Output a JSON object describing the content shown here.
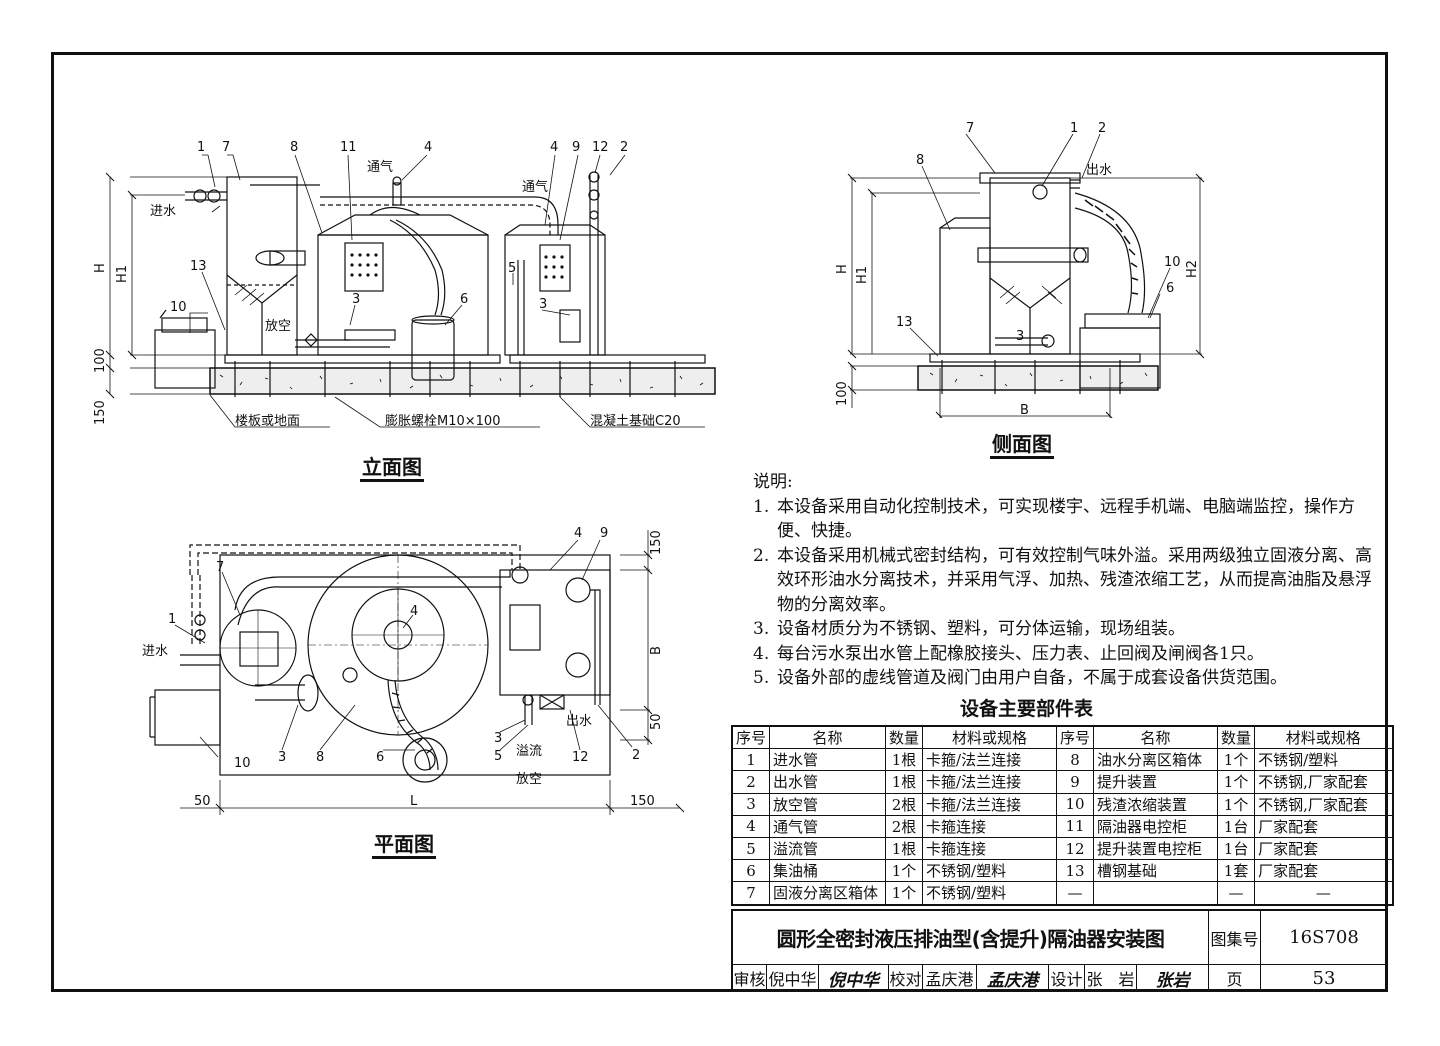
{
  "elevation": {
    "title": "立面图",
    "callouts": [
      "1",
      "7",
      "8",
      "11",
      "4",
      "4",
      "9",
      "12",
      "2",
      "13",
      "10",
      "5",
      "3",
      "3",
      "6"
    ],
    "labels": {
      "inlet": "进水",
      "vent_top": "通气",
      "vent_right": "通气",
      "drain": "放空",
      "dim_h": "H",
      "dim_h1": "H1",
      "dim_100": "100",
      "dim_150": "150",
      "floor": "楼板或地面",
      "bolt": "膨胀螺栓M10×100",
      "foundation": "混凝土基础C20"
    }
  },
  "side": {
    "title": "侧面图",
    "callouts": [
      "7",
      "1",
      "2",
      "8",
      "10",
      "6",
      "13",
      "3"
    ],
    "labels": {
      "outlet": "出水",
      "dim_h": "H",
      "dim_h1": "H1",
      "dim_h2": "H2",
      "dim_100": "100",
      "dim_b": "B"
    }
  },
  "plan": {
    "title": "平面图",
    "callouts": [
      "4",
      "9",
      "7",
      "1",
      "4",
      "3",
      "8",
      "6",
      "3",
      "5",
      "12",
      "2",
      "10"
    ],
    "labels": {
      "inlet": "进水",
      "outlet": "出水",
      "overflow": "溢流",
      "drain": "放空",
      "dim_150_top": "150",
      "dim_b": "B",
      "dim_50_right": "50",
      "dim_50_left": "50",
      "dim_l": "L",
      "dim_150_right": "150"
    }
  },
  "notes": {
    "heading": "说明:",
    "items": [
      {
        "n": "1.",
        "text": "本设备采用自动化控制技术，可实现楼宇、远程手机端、电脑端监控，操作方便、快捷。"
      },
      {
        "n": "2.",
        "text": "本设备采用机械式密封结构，可有效控制气味外溢。采用两级独立固液分离、高效环形油水分离技术，并采用气浮、加热、残渣浓缩工艺，从而提高油脂及悬浮物的分离效率。"
      },
      {
        "n": "3.",
        "text": "设备材质分为不锈钢、塑料，可分体运输，现场组装。"
      },
      {
        "n": "4.",
        "text": "每台污水泵出水管上配橡胶接头、压力表、止回阀及闸阀各1只。"
      },
      {
        "n": "5.",
        "text": "设备外部的虚线管道及阀门由用户自备，不属于成套设备供货范围。"
      }
    ]
  },
  "parts_table": {
    "title": "设备主要部件表",
    "headers": [
      "序号",
      "名称",
      "数量",
      "材料或规格",
      "序号",
      "名称",
      "数量",
      "材料或规格"
    ],
    "rows": [
      [
        "1",
        "进水管",
        "1根",
        "卡箍/法兰连接",
        "8",
        "油水分离区箱体",
        "1个",
        "不锈钢/塑料"
      ],
      [
        "2",
        "出水管",
        "1根",
        "卡箍/法兰连接",
        "9",
        "提升装置",
        "1个",
        "不锈钢,厂家配套"
      ],
      [
        "3",
        "放空管",
        "2根",
        "卡箍/法兰连接",
        "10",
        "残渣浓缩装置",
        "1个",
        "不锈钢,厂家配套"
      ],
      [
        "4",
        "通气管",
        "2根",
        "卡箍连接",
        "11",
        "隔油器电控柜",
        "1台",
        "厂家配套"
      ],
      [
        "5",
        "溢流管",
        "1根",
        "卡箍连接",
        "12",
        "提升装置电控柜",
        "1台",
        "厂家配套"
      ],
      [
        "6",
        "集油桶",
        "1个",
        "不锈钢/塑料",
        "13",
        "槽钢基础",
        "1套",
        "厂家配套"
      ],
      [
        "7",
        "固液分离区箱体",
        "1个",
        "不锈钢/塑料",
        "—",
        "",
        "—",
        "—"
      ]
    ]
  },
  "title_block": {
    "title": "圆形全密封液压排油型(含提升)隔油器安装图",
    "atlas_label": "图集号",
    "atlas_no": "16S708",
    "review_label": "审核",
    "reviewer": "倪中华",
    "reviewer_sig": "倪中华",
    "check_label": "校对",
    "checker": "孟庆港",
    "checker_sig": "孟庆港",
    "design_label": "设计",
    "designer": "张　岩",
    "designer_sig": "张岩",
    "page_label": "页",
    "page_no": "53"
  }
}
